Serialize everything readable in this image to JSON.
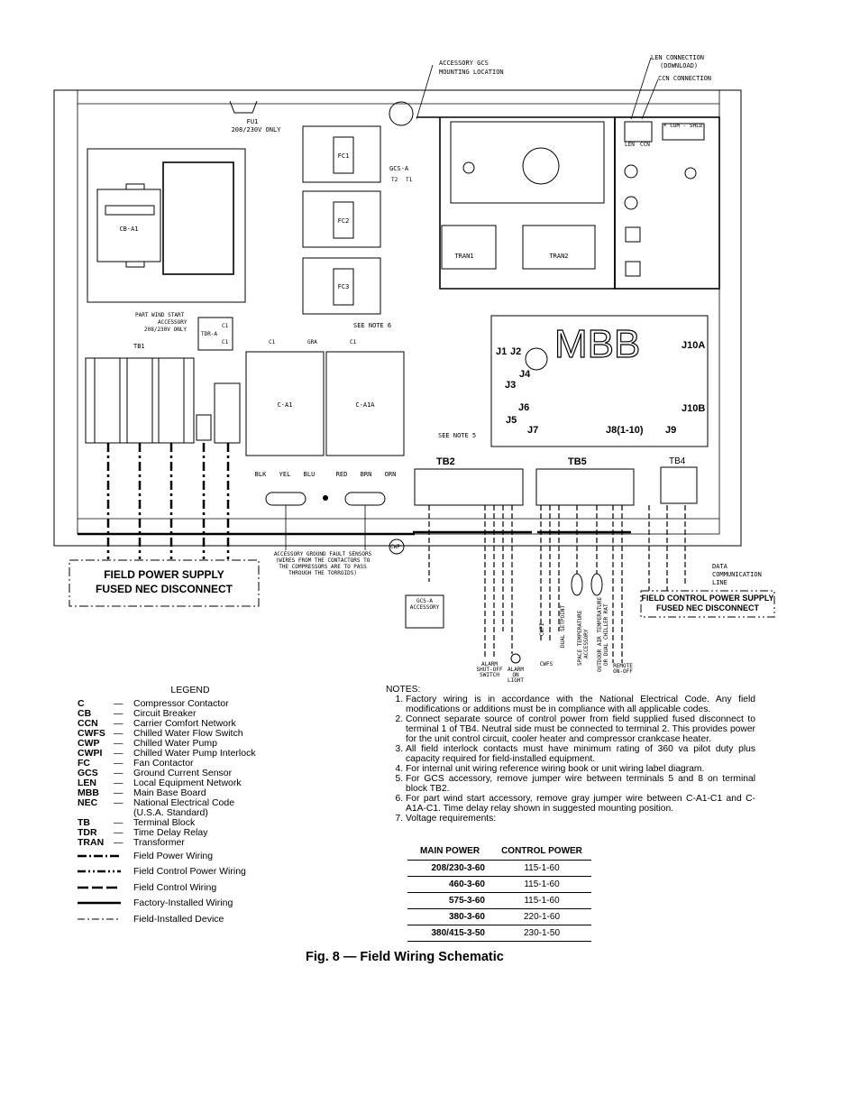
{
  "diagram": {
    "labels": {
      "fu1": "FU1",
      "fu1_voltage": "208/230V ONLY",
      "accessory_gcs": "ACCESSORY GCS",
      "mounting_location": "MOUNTING LOCATION",
      "len_connection": "LEN CONNECTION",
      "download": "(DOWNLOAD)",
      "ccn_connection": "CCN CONNECTION",
      "len": "LEN",
      "ccn": "CCN",
      "com_shld": "+ COM - SHLD",
      "cb_a1": "CB-A1",
      "fc1": "FC1",
      "fc2": "FC2",
      "fc3": "FC3",
      "gcs_a": "GCS-A",
      "t2": "T2",
      "t1": "T1",
      "tran1": "TRAN1",
      "tran2": "TRAN2",
      "pws_1": "PART WIND START",
      "pws_2": "ACCESSORY",
      "pws_3": "208/230V ONLY",
      "tdr_a": "TDR-A",
      "c1": "C1",
      "gra": "GRA",
      "see_note_6": "SEE NOTE 6",
      "tb1": "TB1",
      "c_a1": "C-A1",
      "c_a1a": "C-A1A",
      "blk": "BLK",
      "yel": "YEL",
      "blu": "BLU",
      "red": "RED",
      "brn": "BRN",
      "orn": "ORN",
      "mbb": "MBB",
      "j1": "J1",
      "j2": "J2",
      "j3": "J3",
      "j4": "J4",
      "j5": "J5",
      "j6": "J6",
      "j7": "J7",
      "j8": "J8(1-10)",
      "j9": "J9",
      "j10a": "J10A",
      "j10b": "J10B",
      "see_note_5": "SEE NOTE 5",
      "tb2": "TB2",
      "tb5": "TB5",
      "tb4": "TB4",
      "field_power_supply": "FIELD POWER SUPPLY",
      "fused_nec_disconnect": "FUSED NEC DISCONNECT",
      "agfs_1": "ACCESSORY GROUND FAULT SENSORS",
      "agfs_2": "(WIRES FROM THE CONTACTORS TO",
      "agfs_3": "THE COMPRESSORS ARE TO PASS",
      "agfs_4": "THROUGH THE TORROIDS)",
      "cwp": "CWP",
      "data_comm_1": "DATA",
      "data_comm_2": "COMMUNICATION",
      "data_comm_3": "LINE",
      "field_control_power_supply": "FIELD CONTROL POWER SUPPLY",
      "fused_nec_disconnect_2": "FUSED NEC DISCONNECT",
      "gcs_a_accessory_1": "GCS-A",
      "gcs_a_accessory_2": "ACCESSORY",
      "alarm_switch_1": "ALARM",
      "alarm_switch_2": "SHUT-OFF",
      "alarm_switch_3": "SWITCH",
      "alarm_light_1": "ALARM",
      "alarm_light_2": "ON",
      "alarm_light_3": "LIGHT",
      "cwfs": "CWFS",
      "cwpi": "CWPI",
      "dual_setpoint": "DUAL SETPOINT",
      "space_temp_1": "SPACE TEMPERATURE",
      "space_temp_2": "ACCESSORY",
      "outdoor_air_1": "OUTDOOR AIR TEMPERATURE",
      "outdoor_air_2": "OR DUAL CHILLER RAT",
      "remote_1": "REMOTE",
      "remote_2": "ON-OFF"
    }
  },
  "legend": {
    "title": "LEGEND",
    "items": [
      {
        "abbr": "C",
        "dash": "—",
        "def": "Compressor Contactor"
      },
      {
        "abbr": "CB",
        "dash": "—",
        "def": "Circuit Breaker"
      },
      {
        "abbr": "CCN",
        "dash": "—",
        "def": "Carrier Comfort Network"
      },
      {
        "abbr": "CWFS",
        "dash": "—",
        "def": "Chilled Water Flow Switch"
      },
      {
        "abbr": "CWP",
        "dash": "—",
        "def": "Chilled Water Pump"
      },
      {
        "abbr": "CWPI",
        "dash": "—",
        "def": "Chilled Water Pump Interlock"
      },
      {
        "abbr": "FC",
        "dash": "—",
        "def": "Fan Contactor"
      },
      {
        "abbr": "GCS",
        "dash": "—",
        "def": "Ground Current Sensor"
      },
      {
        "abbr": "LEN",
        "dash": "—",
        "def": "Local Equipment Network"
      },
      {
        "abbr": "MBB",
        "dash": "—",
        "def": "Main Base Board"
      },
      {
        "abbr": "NEC",
        "dash": "—",
        "def": "National Electrical Code"
      },
      {
        "abbr": "",
        "dash": "",
        "def": "(U.S.A. Standard)"
      },
      {
        "abbr": "TB",
        "dash": "—",
        "def": "Terminal Block"
      },
      {
        "abbr": "TDR",
        "dash": "—",
        "def": "Time Delay Relay"
      },
      {
        "abbr": "TRAN",
        "dash": "—",
        "def": "Transformer"
      }
    ],
    "lines": [
      {
        "label": "Field Power Wiring",
        "dash": "10 3 2 3"
      },
      {
        "label": "Field Control Power Wiring",
        "dash": "9 3 2 3 2 3"
      },
      {
        "label": "Field Control Wiring",
        "dash": "12 4"
      },
      {
        "label": "Factory-Installed Wiring",
        "dash": ""
      },
      {
        "label": "Field-Installed Device",
        "dash": "8 3 2 3"
      }
    ]
  },
  "notes": {
    "title": "NOTES:",
    "items": [
      "Factory wiring is in accordance with the National Electrical Code. Any field modifications or additions must be in compliance with all applicable codes.",
      "Connect separate source of control power from field supplied fused disconnect to terminal 1 of TB4. Neutral side must be connected to terminal 2. This provides power for the unit control circuit, cooler heater and compressor crankcase heater.",
      "All field interlock contacts must have minimum rating of 360 va pilot duty plus capacity required for field-installed equipment.",
      "For internal unit wiring reference wiring book or unit wiring label diagram.",
      "For GCS accessory, remove jumper wire between terminals 5 and 8 on terminal block TB2.",
      "For part wind start accessory, remove gray jumper wire between C-A1-C1 and C-A1A-C1. Time delay relay shown in suggested mounting position.",
      "Voltage requirements:"
    ]
  },
  "power_table": {
    "headers": [
      "MAIN POWER",
      "CONTROL POWER"
    ],
    "rows": [
      [
        "208/230-3-60",
        "115-1-60"
      ],
      [
        "460-3-60",
        "115-1-60"
      ],
      [
        "575-3-60",
        "115-1-60"
      ],
      [
        "380-3-60",
        "220-1-60"
      ],
      [
        "380/415-3-50",
        "230-1-50"
      ]
    ]
  },
  "caption": "Fig. 8 — Field Wiring Schematic"
}
